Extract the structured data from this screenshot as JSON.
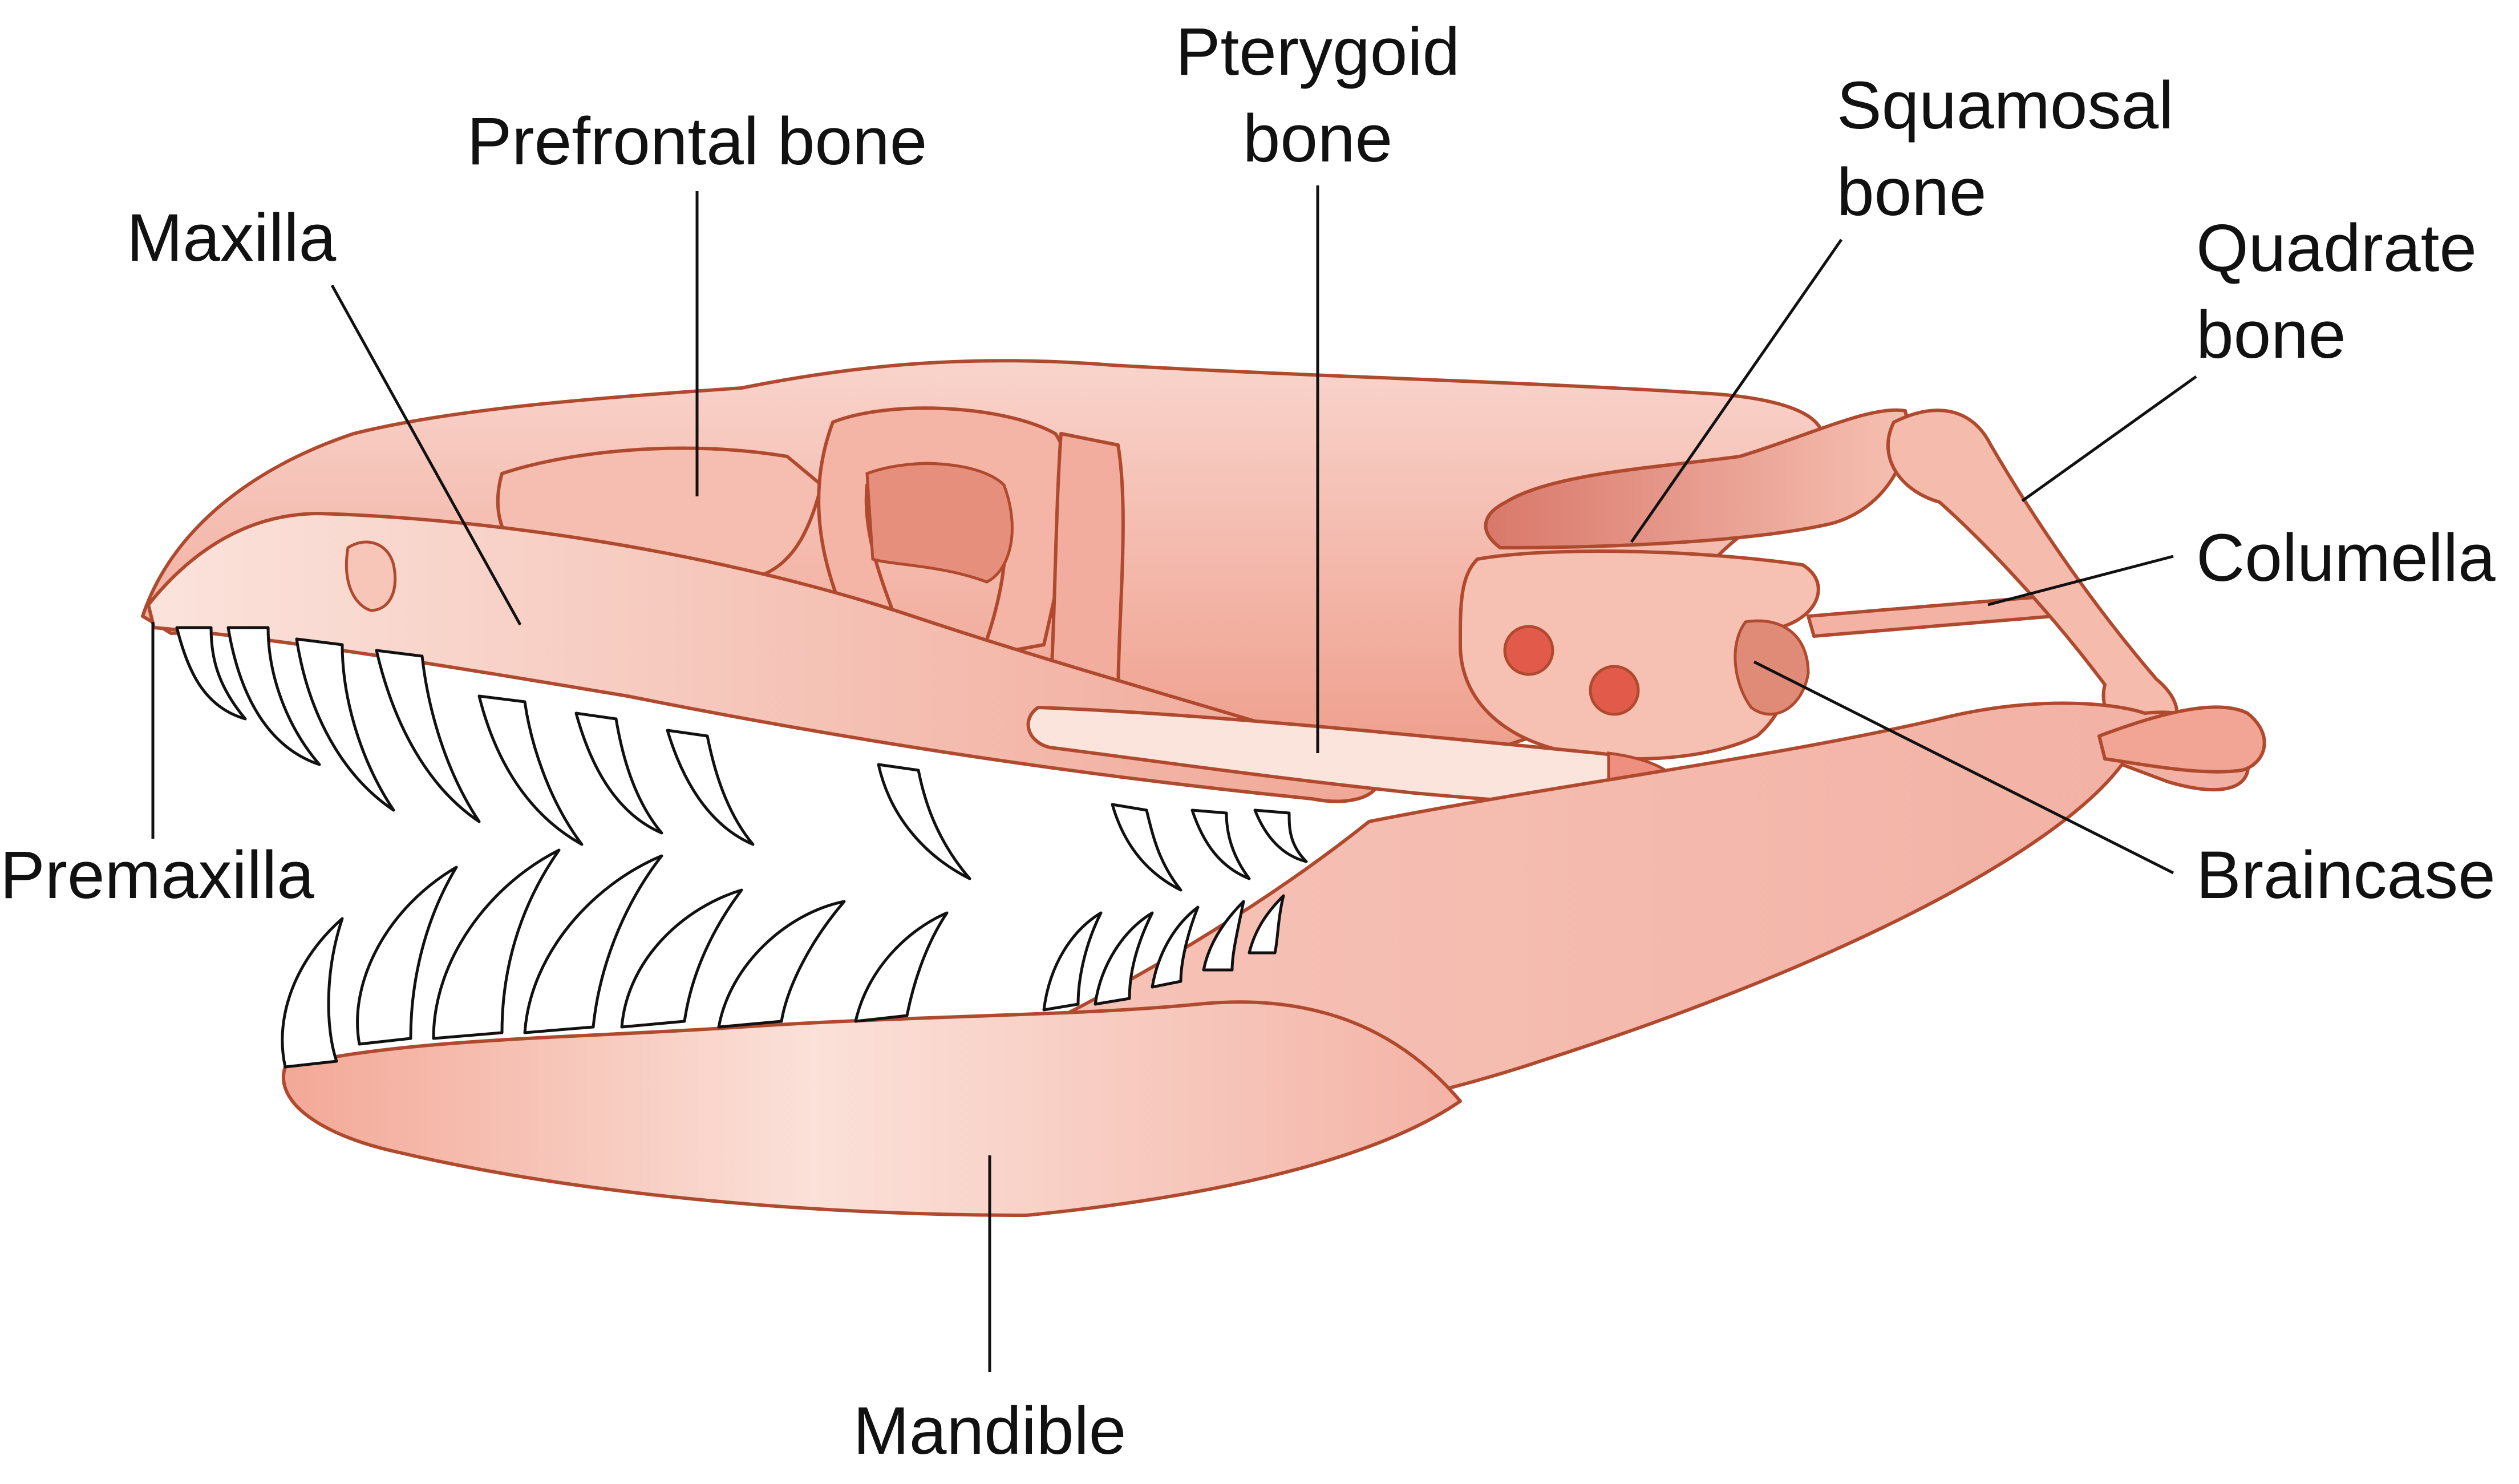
{
  "figure": {
    "colors": {
      "bone_light": "#f9d4cc",
      "bone_mid": "#f2a898",
      "bone_dark": "#d9786a",
      "outline": "#b04a2e",
      "foramen": "#e25a4a",
      "tooth_fill": "#ffffff",
      "line": "#111111"
    },
    "labels": {
      "prefrontal": "Prefrontal bone",
      "pterygoid_1": "Pterygoid",
      "pterygoid_2": "bone",
      "squamosal_1": "Squamosal",
      "squamosal_2": "bone",
      "quadrate_1": "Quadrate",
      "quadrate_2": "bone",
      "maxilla": "Maxilla",
      "columella": "Columella",
      "premaxilla": "Premaxilla",
      "braincase": "Braincase",
      "mandible": "Mandible"
    }
  }
}
